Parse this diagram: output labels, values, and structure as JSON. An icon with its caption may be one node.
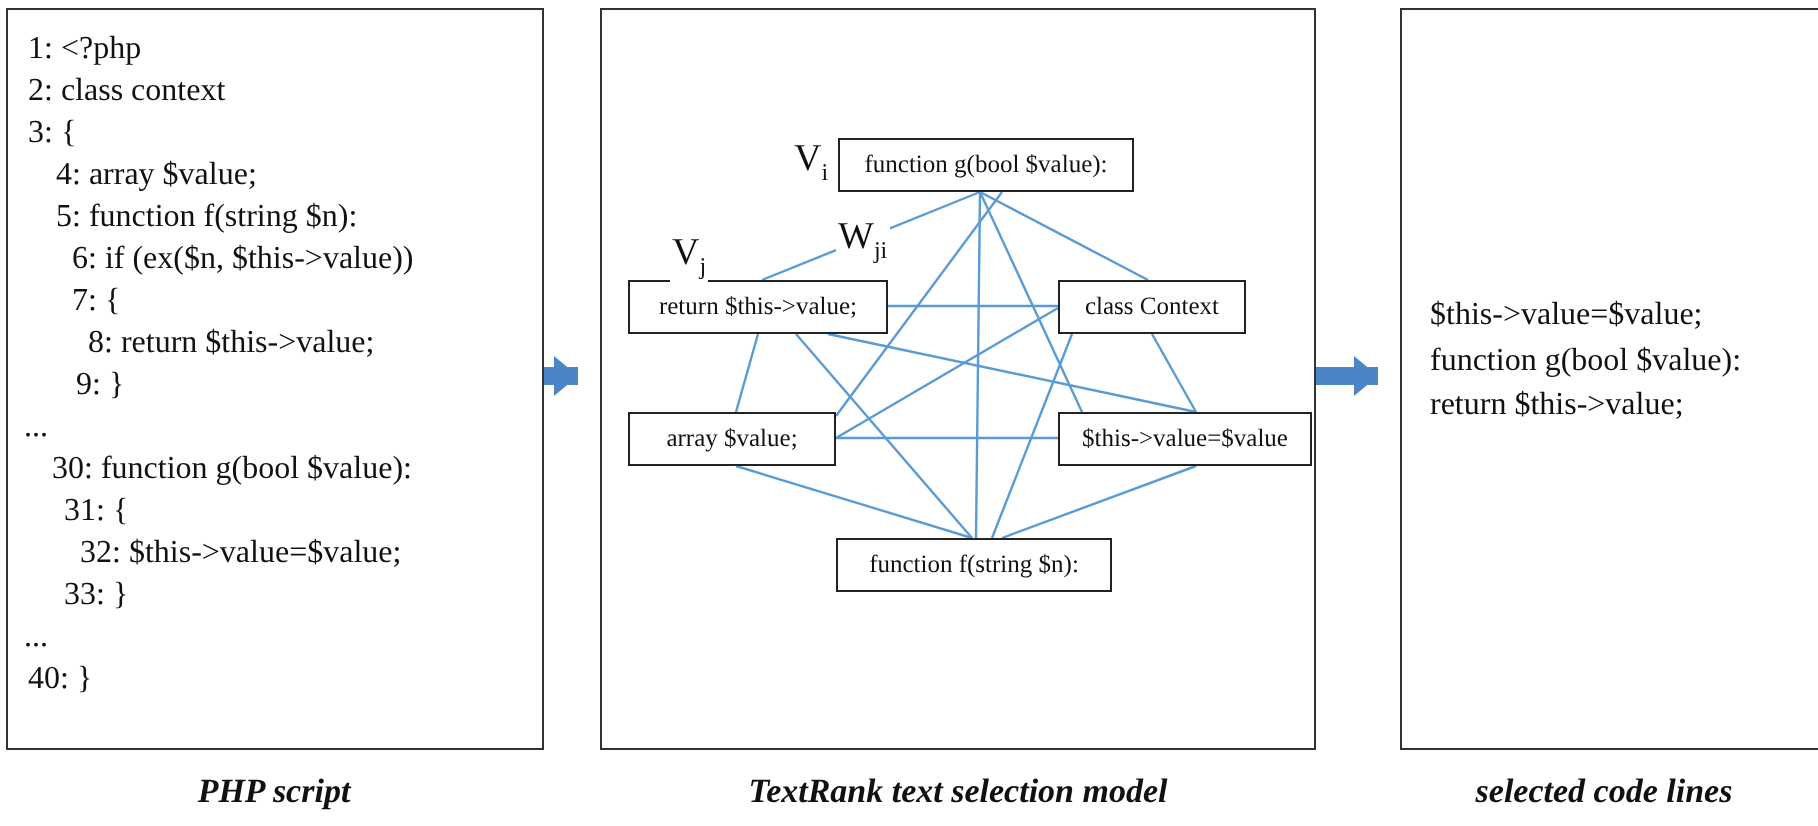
{
  "diagram": {
    "nodes": [
      {
        "text": [
          "1: <?php",
          "2: class context",
          "3: {",
          "4: array $value;",
          "5: function f(string $n):",
          "6: if (ex($n, $this->value))",
          "7: {",
          "8: return $this->value;",
          "9: }",
          "...",
          "30: function g(bool $value):",
          "31: {",
          "32: $this->value=$value;",
          "33: }",
          "...",
          "40: }"
        ],
        "beside": [
          "PHP script"
        ]
      },
      {
        "text": [],
        "shape": "box",
        "beside": [
          "TextRank text selection model"
        ]
      },
      {
        "text": [
          "$this->value=$value;",
          "function g(bool $value):",
          "return $this->value;"
        ],
        "beside": [
          "selected code lines"
        ]
      },
      {
        "text": [
          "function g(bool $value):"
        ],
        "in": 1
      },
      {
        "text": [
          "return $this->value;"
        ],
        "in": 1
      },
      {
        "text": [
          "class Context"
        ],
        "in": 1
      },
      {
        "text": [
          "array $value;"
        ],
        "in": 1
      },
      {
        "text": [
          "$this->value=$value"
        ],
        "in": 1
      },
      {
        "text": [
          "function f(string $n):"
        ],
        "in": 1
      }
    ],
    "edges": [
      {
        "from": 0,
        "to": 1,
        "arrow": "to",
        "style": "thick"
      },
      {
        "from": 1,
        "to": 2,
        "arrow": "to",
        "style": "thick"
      },
      {
        "from": 3,
        "to": 4,
        "arrow": "none"
      },
      {
        "from": 3,
        "to": 5,
        "arrow": "none"
      },
      {
        "from": 3,
        "to": 6,
        "arrow": "none"
      },
      {
        "from": 3,
        "to": 7,
        "arrow": "none"
      },
      {
        "from": 3,
        "to": 8,
        "arrow": "none"
      },
      {
        "from": 4,
        "to": 5,
        "arrow": "none"
      },
      {
        "from": 4,
        "to": 6,
        "arrow": "none"
      },
      {
        "from": 4,
        "to": 7,
        "arrow": "none"
      },
      {
        "from": 4,
        "to": 8,
        "arrow": "none"
      },
      {
        "from": 5,
        "to": 6,
        "arrow": "none"
      },
      {
        "from": 5,
        "to": 7,
        "arrow": "none"
      },
      {
        "from": 5,
        "to": 8,
        "arrow": "none"
      },
      {
        "from": 6,
        "to": 7,
        "arrow": "none"
      },
      {
        "from": 6,
        "to": 8,
        "arrow": "none"
      },
      {
        "from": 7,
        "to": 8,
        "arrow": "none"
      }
    ],
    "labels": [
      "V$_{i}$",
      "V$_{j}$",
      "W$_{ji}$"
    ]
  }
}
